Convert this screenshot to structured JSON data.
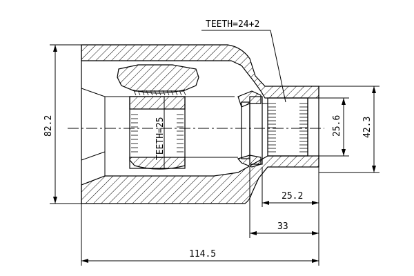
{
  "annotations": {
    "teeth_outer": "TEETH=24+2",
    "teeth_inner": "TEETH=25"
  },
  "dimensions": {
    "overall_height": "82.2",
    "shaft_diameter_outer": "42.3",
    "spline_diameter": "25.6",
    "spline_length": "25.2",
    "stem_length": "33",
    "overall_length": "114.5"
  }
}
